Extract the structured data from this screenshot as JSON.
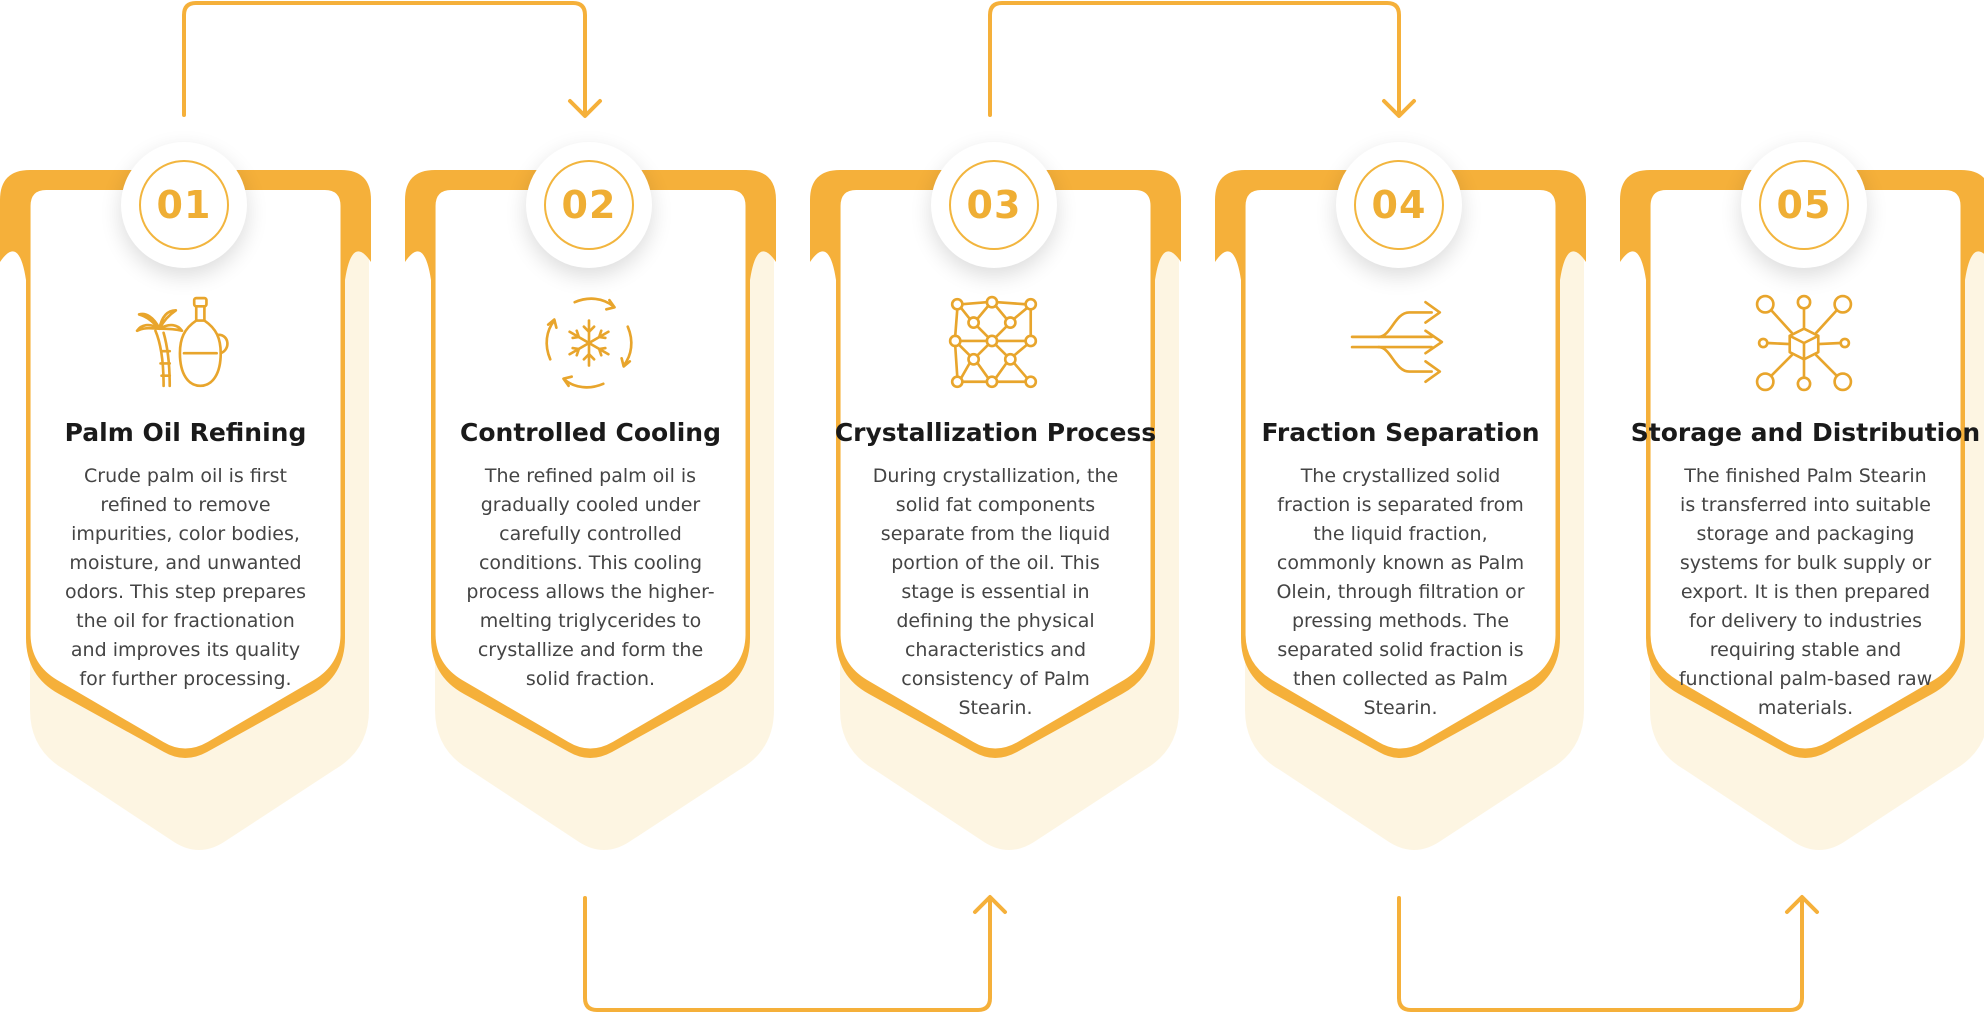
{
  "colors": {
    "accent": "#F5B03A",
    "accent_light": "#FDF4DF",
    "title": "#1a1a1a",
    "text": "#444444"
  },
  "steps": [
    {
      "number": "01",
      "icon": "palm-oil-bottle-icon",
      "title": "Palm Oil Refining",
      "description": "Crude palm oil is first refined to remove impurities, color bodies, moisture, and unwanted odors. This step prepares the oil for fractionation and improves its quality for further processing."
    },
    {
      "number": "02",
      "icon": "snowflake-cycle-icon",
      "title": "Controlled Cooling",
      "description": "The refined palm oil is gradually cooled under carefully controlled conditions. This cooling process allows the higher-melting triglycerides to crystallize and form the solid fraction."
    },
    {
      "number": "03",
      "icon": "molecule-network-icon",
      "title": "Crystallization Process",
      "description": "During crystallization, the solid fat components separate from the liquid portion of the oil. This stage is essential in defining the physical characteristics and consistency of Palm Stearin."
    },
    {
      "number": "04",
      "icon": "split-arrows-icon",
      "title": "Fraction Separation",
      "description": "The crystallized solid fraction is separated from the liquid fraction, commonly known as Palm Olein, through filtration or pressing methods. The separated solid fraction is then collected as Palm Stearin."
    },
    {
      "number": "05",
      "icon": "cube-distribution-icon",
      "title": "Storage and Distribution",
      "description": "The finished Palm Stearin is transferred into suitable storage and packaging systems for bulk supply or export. It is then prepared for delivery to industries requiring stable and functional palm-based raw materials."
    }
  ]
}
